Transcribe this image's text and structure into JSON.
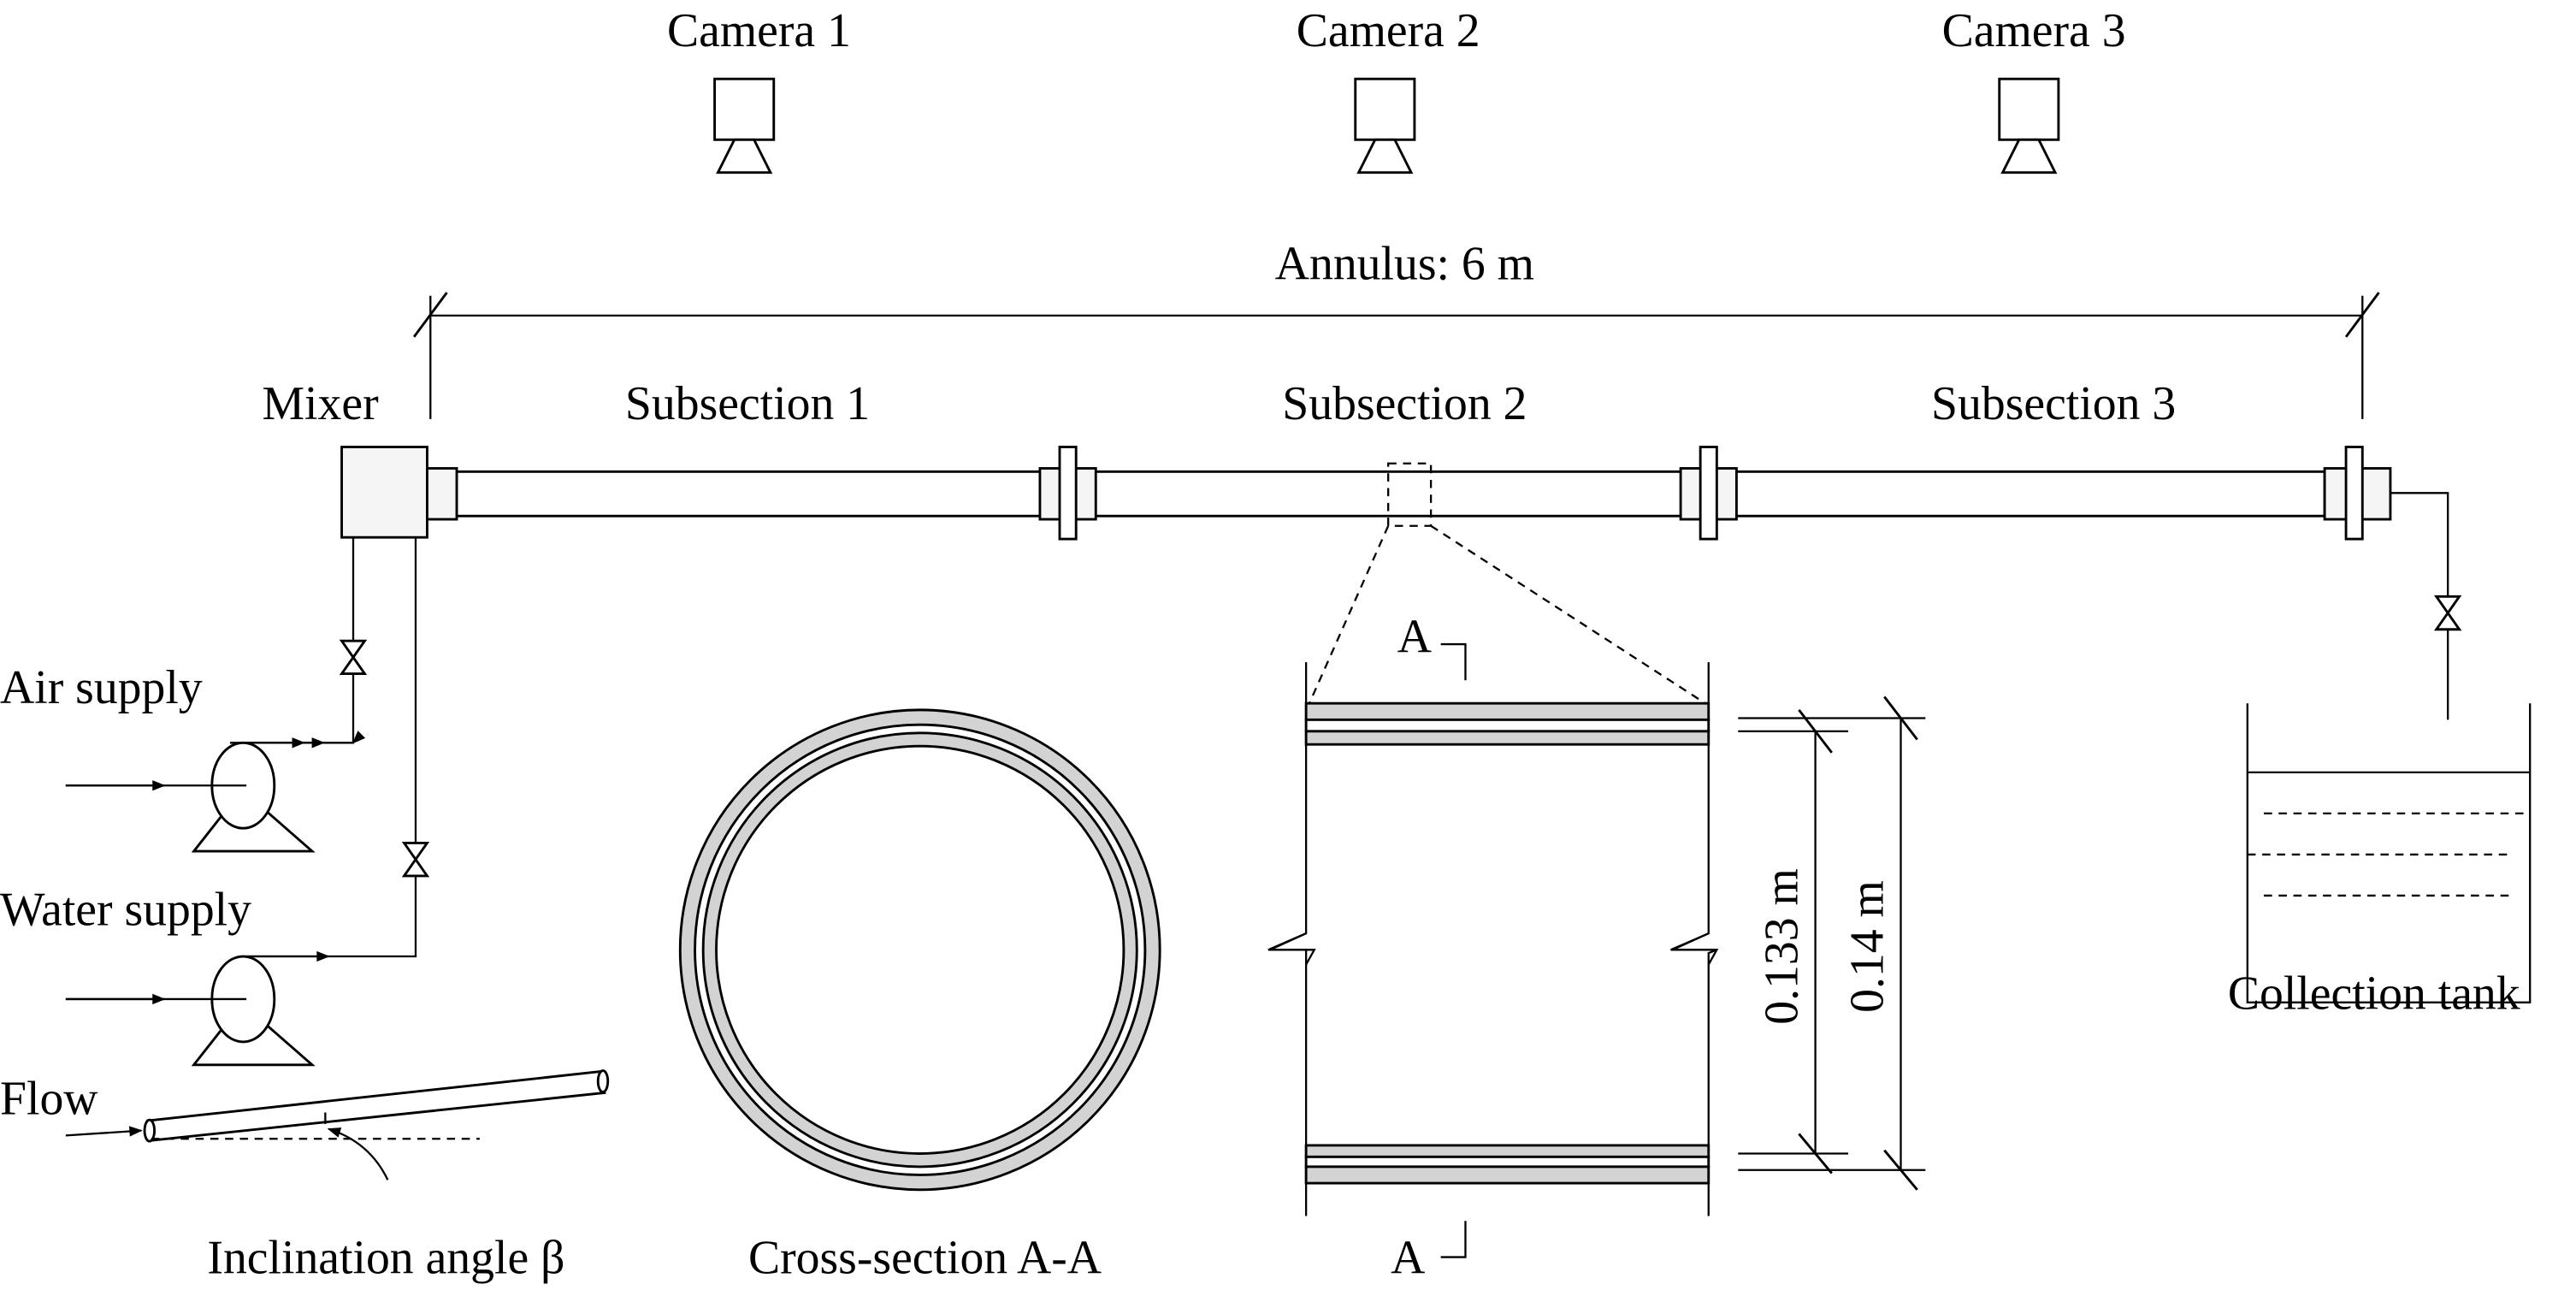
{
  "cameras": [
    {
      "label": "Camera 1"
    },
    {
      "label": "Camera 2"
    },
    {
      "label": "Camera 3"
    }
  ],
  "annulus_label": "Annulus: 6 m",
  "mixer_label": "Mixer",
  "subsections": [
    {
      "label": "Subsection 1"
    },
    {
      "label": "Subsection 2"
    },
    {
      "label": "Subsection 3"
    }
  ],
  "air_supply_label": "Air supply",
  "water_supply_label": "Water supply",
  "flow_label": "Flow",
  "inclination_label": "Inclination angle β",
  "cross_section_label": "Cross-section A-A",
  "section_marker": "A",
  "dim_inner": "0.133 m",
  "dim_outer": "0.14 m",
  "collection_tank_label": "Collection tank",
  "colors": {
    "wall_fill": "#d3d3d3",
    "component_fill": "#f5f5f5"
  }
}
